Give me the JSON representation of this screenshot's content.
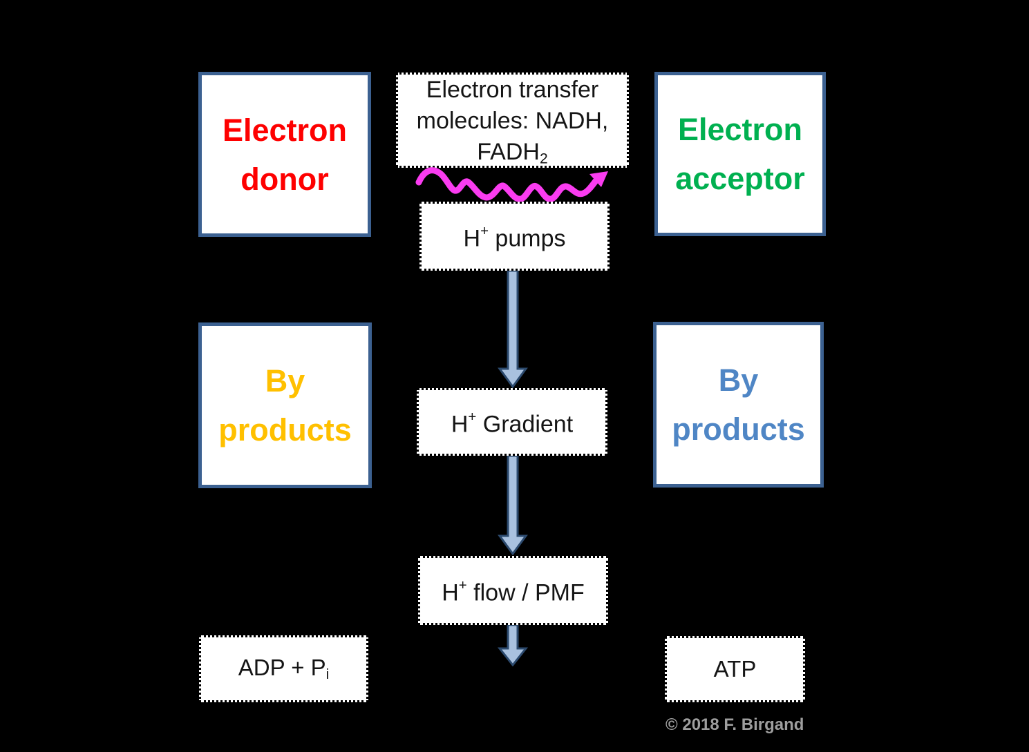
{
  "boxes": {
    "electron_donor": {
      "line1": "Electron",
      "line2": "donor"
    },
    "electron_acceptor": {
      "line1": "Electron",
      "line2": "acceptor"
    },
    "by_products_left": {
      "line1": "By",
      "line2": "products"
    },
    "by_products_right": {
      "line1": "By",
      "line2": "products"
    },
    "transfer_molecules": {
      "line1": "Electron transfer",
      "line2": "molecules: NADH,",
      "line3_base": "FADH",
      "line3_sub": "2"
    },
    "h_pumps": {
      "base": "H",
      "sup": "+",
      "rest": " pumps"
    },
    "h_gradient": {
      "base": "H",
      "sup": "+",
      "rest": " Gradient"
    },
    "h_flow": {
      "base": "H",
      "sup": "+",
      "rest": " flow / PMF"
    },
    "adp": {
      "base": "ADP + P",
      "sub": "i"
    },
    "atp": {
      "label": "ATP"
    }
  },
  "icons": {
    "wave_arrow": "magenta-squiggle-energy-arrow",
    "down_arrow": "blue-block-down-arrow"
  },
  "colors": {
    "background": "#000000",
    "box_border_blue": "#3c6191",
    "donor_red": "#fe0000",
    "acceptor_green": "#00b050",
    "byproducts_gold": "#ffc000",
    "byproducts_blue": "#4f86c5",
    "wave_magenta": "#fa3cf0",
    "arrow_fill": "#a9c1df",
    "arrow_outline": "#2c4a6e",
    "copyright_gray": "#9e9e9e"
  },
  "footer": {
    "copyright": "© 2018 F. Birgand"
  }
}
